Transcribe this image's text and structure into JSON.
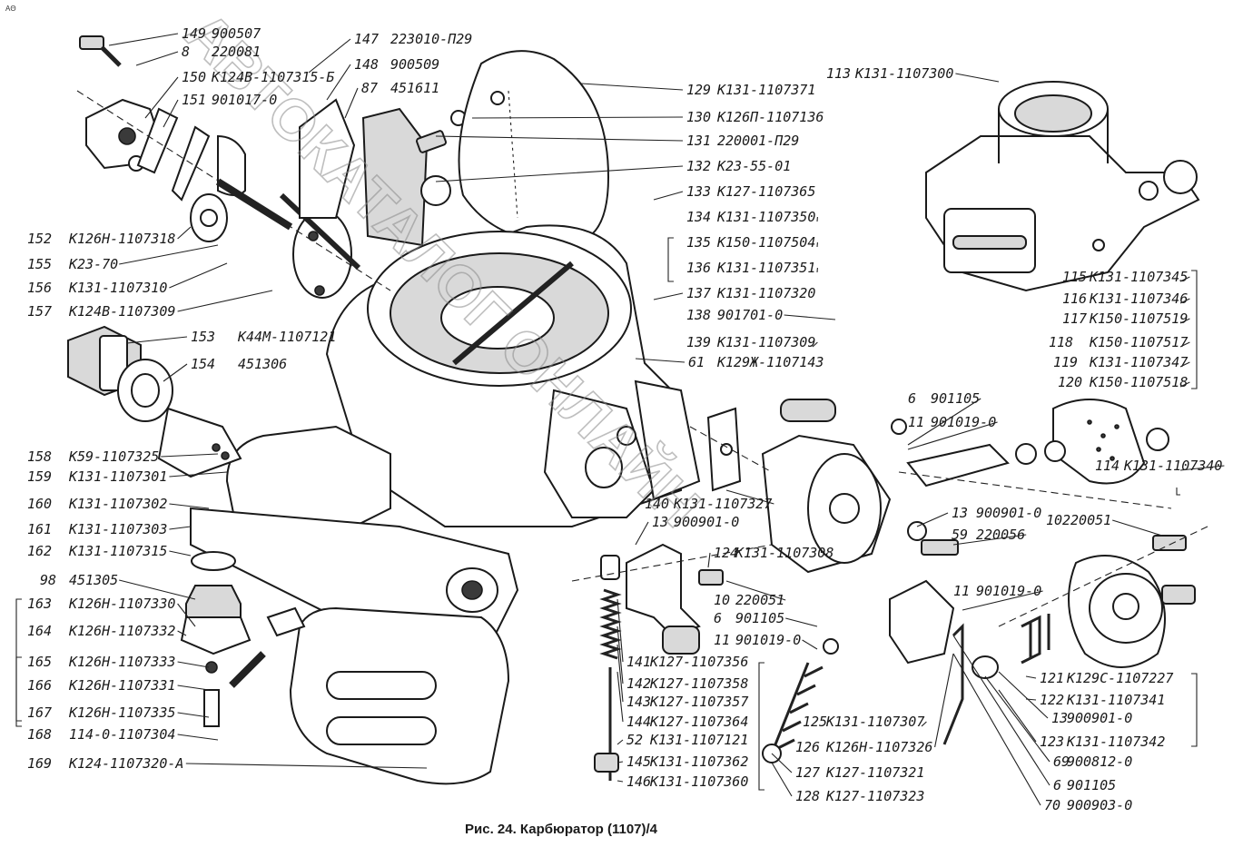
{
  "corner_mark": "AΘ",
  "caption": "Рис. 24. Карбюратор (1107)/4",
  "watermark": "АВТОКАТАЛОГ ОНЛАЙН",
  "callouts": [
    {
      "num": "149",
      "code": "900507"
    },
    {
      "num": "8",
      "code": "220081"
    },
    {
      "num": "150",
      "code": "К124В-1107315-Б"
    },
    {
      "num": "151",
      "code": "901017-0"
    },
    {
      "num": "147",
      "code": "223010-П29"
    },
    {
      "num": "148",
      "code": "900509"
    },
    {
      "num": "87",
      "code": "451611"
    },
    {
      "num": "129",
      "code": "К131-1107371"
    },
    {
      "num": "130",
      "code": "К126П-1107136"
    },
    {
      "num": "131",
      "code": "220001-П29"
    },
    {
      "num": "132",
      "code": "К23-55-01"
    },
    {
      "num": "133",
      "code": "К127-1107365"
    },
    {
      "num": "113",
      "code": "К131-1107300"
    },
    {
      "num": "134",
      "code": "К131-1107350"
    },
    {
      "num": "135",
      "code": "К150-1107504"
    },
    {
      "num": "136",
      "code": "К131-1107351"
    },
    {
      "num": "137",
      "code": "К131-1107320"
    },
    {
      "num": "138",
      "code": "901701-0"
    },
    {
      "num": "139",
      "code": "К131-1107309"
    },
    {
      "num": "61",
      "code": "К129Ж-1107143"
    },
    {
      "num": "152",
      "code": "К126Н-1107318"
    },
    {
      "num": "155",
      "code": "К23-70"
    },
    {
      "num": "156",
      "code": "К131-1107310"
    },
    {
      "num": "157",
      "code": "К124В-1107309"
    },
    {
      "num": "153",
      "code": "К44М-1107121"
    },
    {
      "num": "154",
      "code": "451306"
    },
    {
      "num": "115",
      "code": "К131-1107345"
    },
    {
      "num": "116",
      "code": "К131-1107346"
    },
    {
      "num": "117",
      "code": "К150-1107519"
    },
    {
      "num": "118",
      "code": "К150-1107517"
    },
    {
      "num": "119",
      "code": "К131-1107347"
    },
    {
      "num": "120",
      "code": "К150-1107518"
    },
    {
      "num": "6",
      "code": "901105"
    },
    {
      "num": "11",
      "code": "901019-0"
    },
    {
      "num": "158",
      "code": "К59-1107325"
    },
    {
      "num": "159",
      "code": "К131-1107301"
    },
    {
      "num": "160",
      "code": "К131-1107302"
    },
    {
      "num": "161",
      "code": "К131-1107303"
    },
    {
      "num": "162",
      "code": "К131-1107315"
    },
    {
      "num": "98",
      "code": "451305"
    },
    {
      "num": "163",
      "code": "К126Н-1107330"
    },
    {
      "num": "164",
      "code": "К126Н-1107332"
    },
    {
      "num": "165",
      "code": "К126Н-1107333"
    },
    {
      "num": "166",
      "code": "К126Н-1107331"
    },
    {
      "num": "167",
      "code": "К126Н-1107335"
    },
    {
      "num": "168",
      "code": "114-0-1107304"
    },
    {
      "num": "169",
      "code": "К124-1107320-А"
    },
    {
      "num": "140",
      "code": "К131-1107327"
    },
    {
      "num": "13",
      "code": "900901-0"
    },
    {
      "num": "114",
      "code": "К131-1107340"
    },
    {
      "num": "13",
      "code": "900901-0"
    },
    {
      "num": "10",
      "code": "220051"
    },
    {
      "num": "59",
      "code": "220056"
    },
    {
      "num": "124",
      "code": "К131-1107308"
    },
    {
      "num": "10",
      "code": "220051"
    },
    {
      "num": "6",
      "code": "901105"
    },
    {
      "num": "11",
      "code": "901019-0"
    },
    {
      "num": "11",
      "code": "901019-0"
    },
    {
      "num": "141",
      "code": "К127-1107356"
    },
    {
      "num": "142",
      "code": "К127-1107358"
    },
    {
      "num": "143",
      "code": "К127-1107357"
    },
    {
      "num": "144",
      "code": "К127-1107364"
    },
    {
      "num": "52",
      "code": "К131-1107121"
    },
    {
      "num": "145",
      "code": "К131-1107362"
    },
    {
      "num": "146",
      "code": "К131-1107360"
    },
    {
      "num": "125",
      "code": "К131-1107307"
    },
    {
      "num": "126",
      "code": "К126Н-1107326"
    },
    {
      "num": "127",
      "code": "К127-1107321"
    },
    {
      "num": "128",
      "code": "К127-1107323"
    },
    {
      "num": "121",
      "code": "К129С-1107227"
    },
    {
      "num": "122",
      "code": "К131-1107341"
    },
    {
      "num": "13",
      "code": "900901-0"
    },
    {
      "num": "123",
      "code": "К131-1107342"
    },
    {
      "num": "69",
      "code": "900812-0"
    },
    {
      "num": "6",
      "code": "901105"
    },
    {
      "num": "70",
      "code": "900903-0"
    }
  ]
}
